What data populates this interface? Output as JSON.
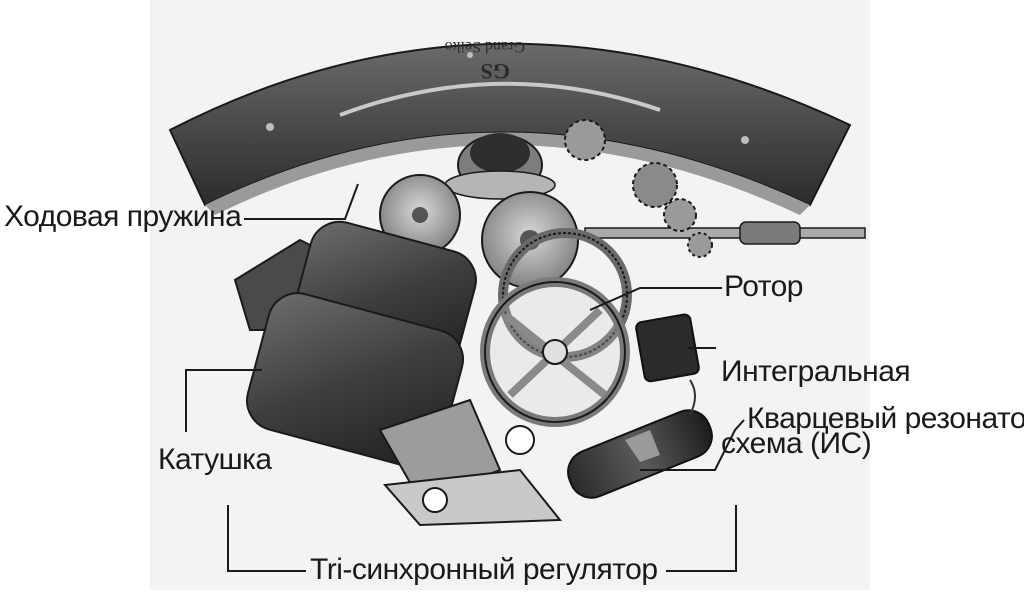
{
  "labels": {
    "mainspring": "Ходовая пружина",
    "rotor": "Ротор",
    "ic_line1": "Интегральная",
    "ic_line2": "схема (ИС)",
    "quartz": "Кварцевый резонатор",
    "coil": "Катушка",
    "regulator": "Tri-синхронный регулятор"
  },
  "dial_engraving": "Grand Seiko GS",
  "colors": {
    "line": "#1a1a1a",
    "metal_dark": "#3a3a3a",
    "metal_mid": "#8c8c8c",
    "metal_light": "#d6d6d6"
  }
}
